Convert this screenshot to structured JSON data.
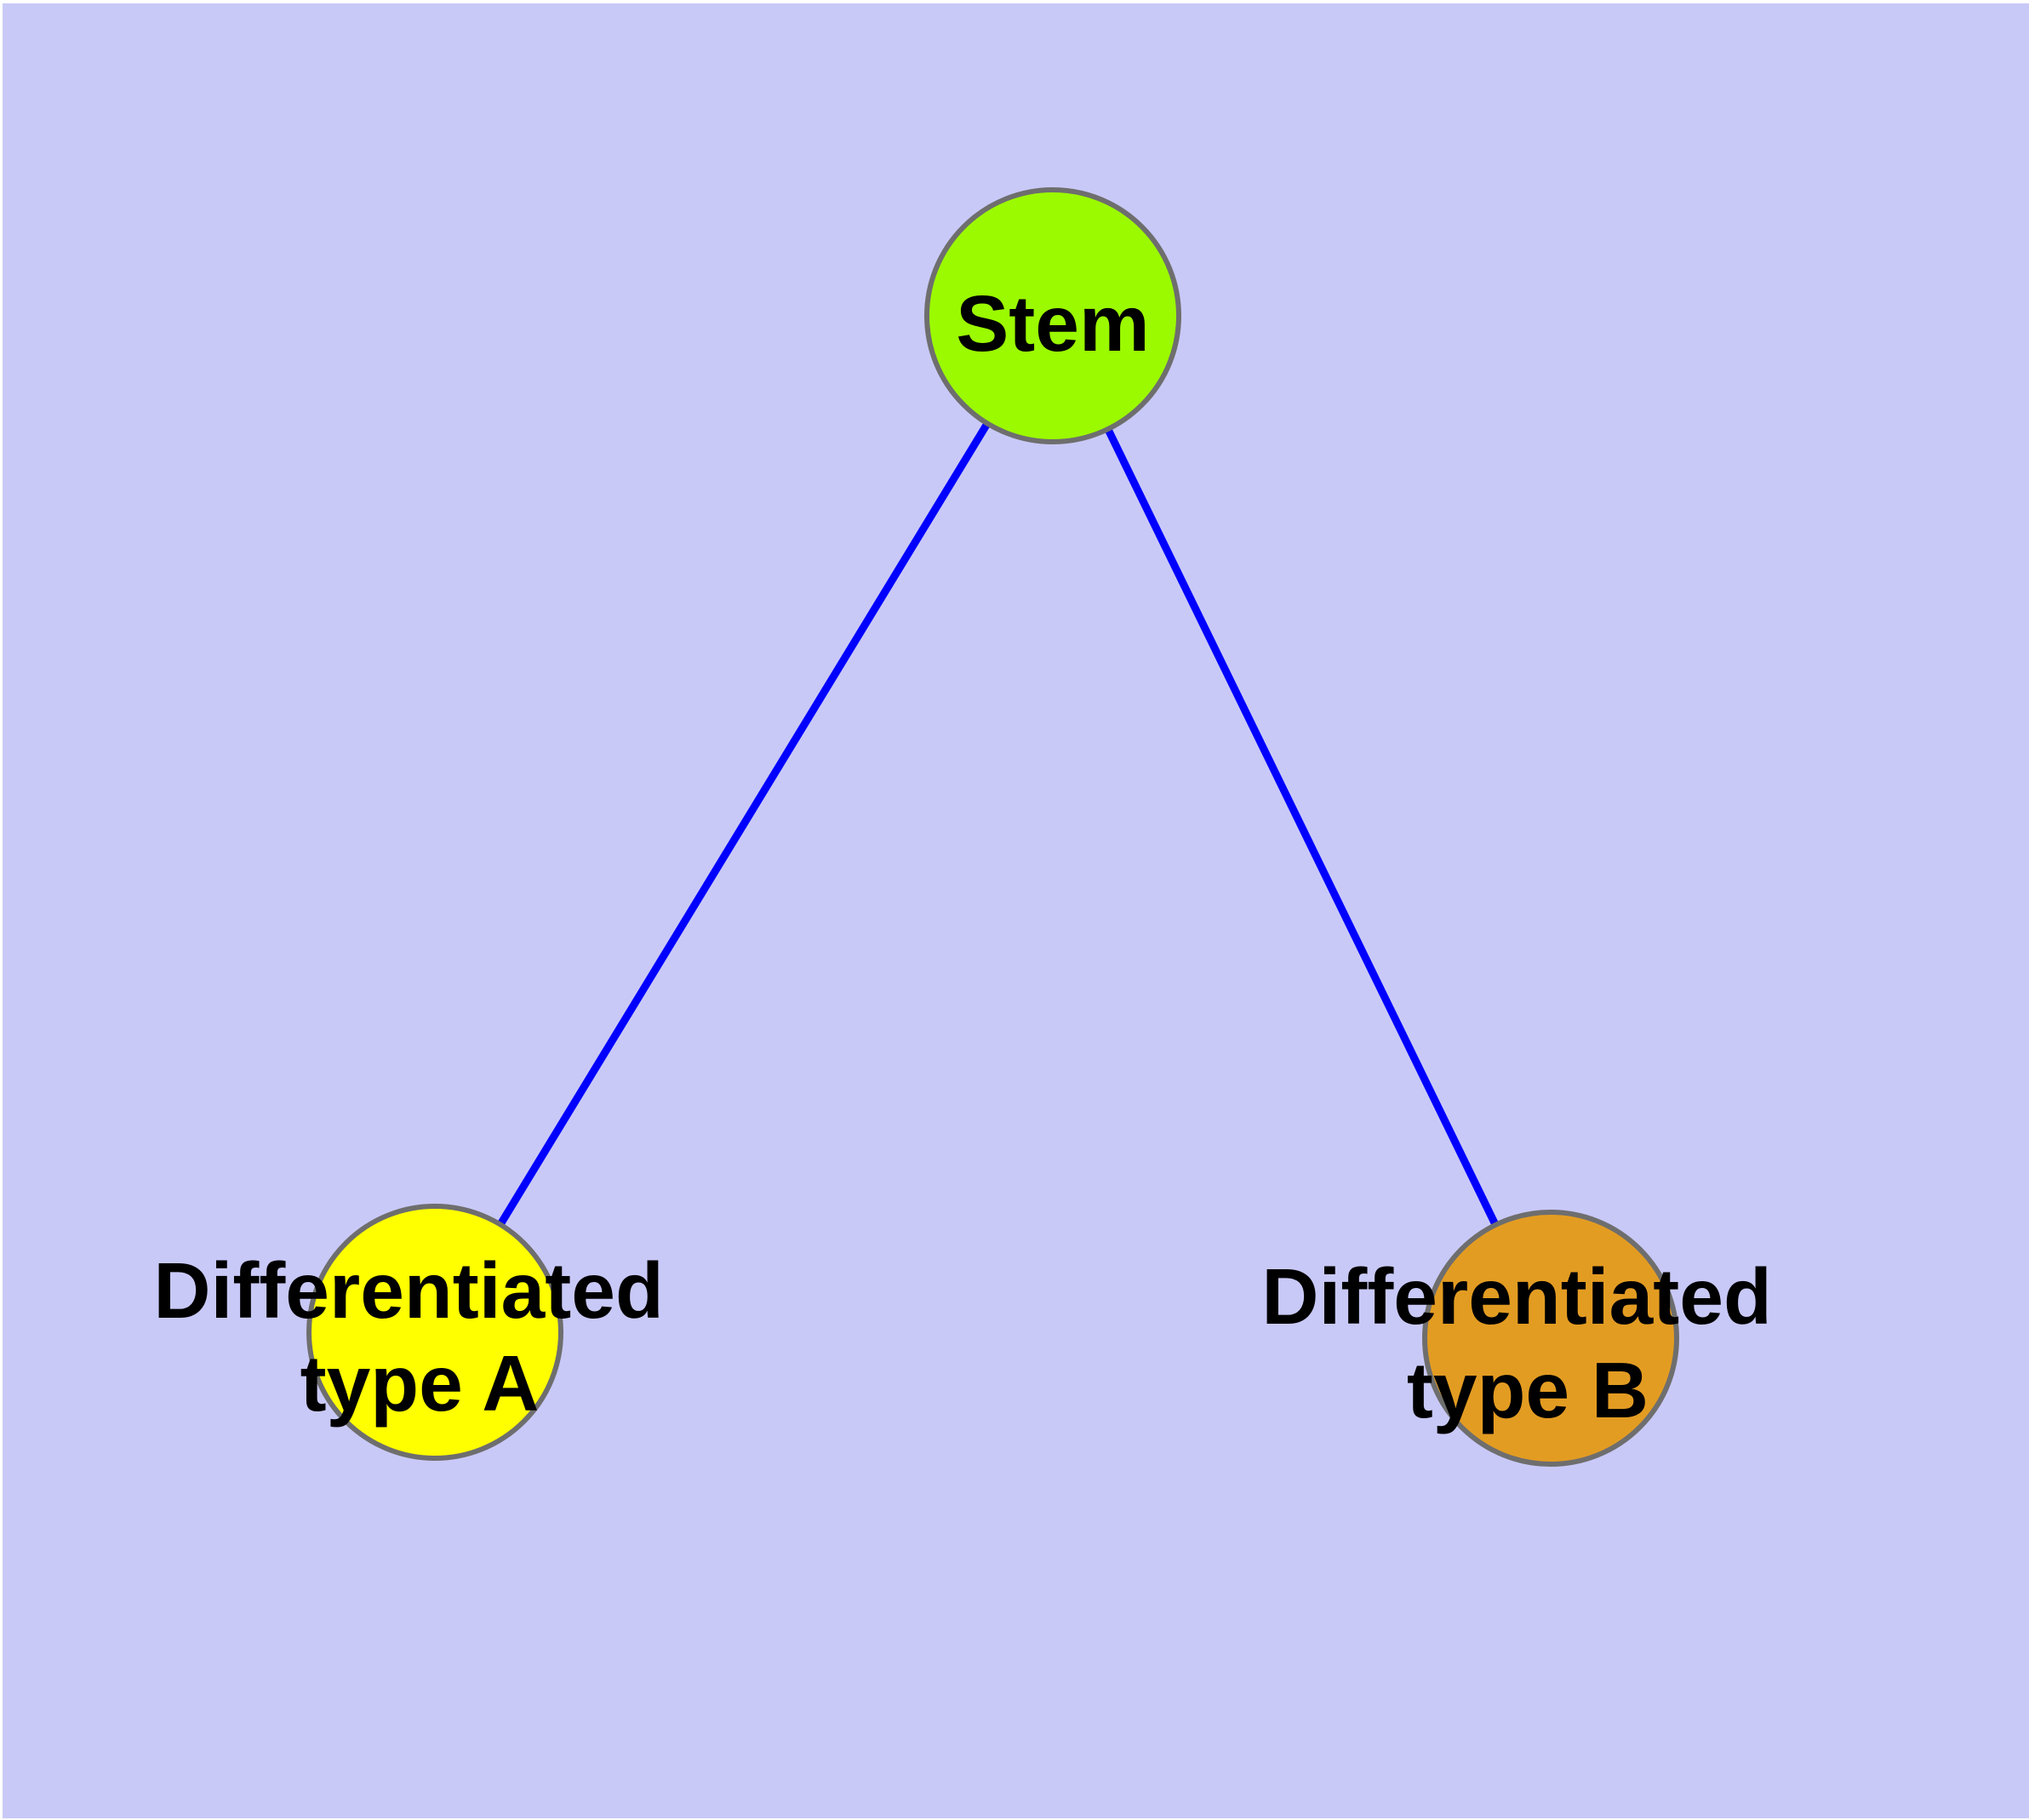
{
  "diagram": {
    "type": "node-link-graph",
    "colors": {
      "background": "#c9c9f8",
      "page_border": "#ffffff",
      "edge": "#0000ff",
      "node_border": "#6e6e6e",
      "label_text": "#000000"
    },
    "nodes": [
      {
        "id": "stem",
        "label": "Stem",
        "color": "#9bfa00"
      },
      {
        "id": "differentiated-type-a",
        "label": "Differentiated type A",
        "label_lines": [
          "Differentiated",
          "type A"
        ],
        "color": "#ffff00"
      },
      {
        "id": "differentiated-type-b",
        "label": "Differentiated type B",
        "label_lines": [
          "Differentiated",
          "type B"
        ],
        "color": "#e39c22"
      }
    ],
    "edges": [
      {
        "source": "Stem",
        "target": "Differentiated type A"
      },
      {
        "source": "Stem",
        "target": "Differentiated type B"
      }
    ]
  }
}
